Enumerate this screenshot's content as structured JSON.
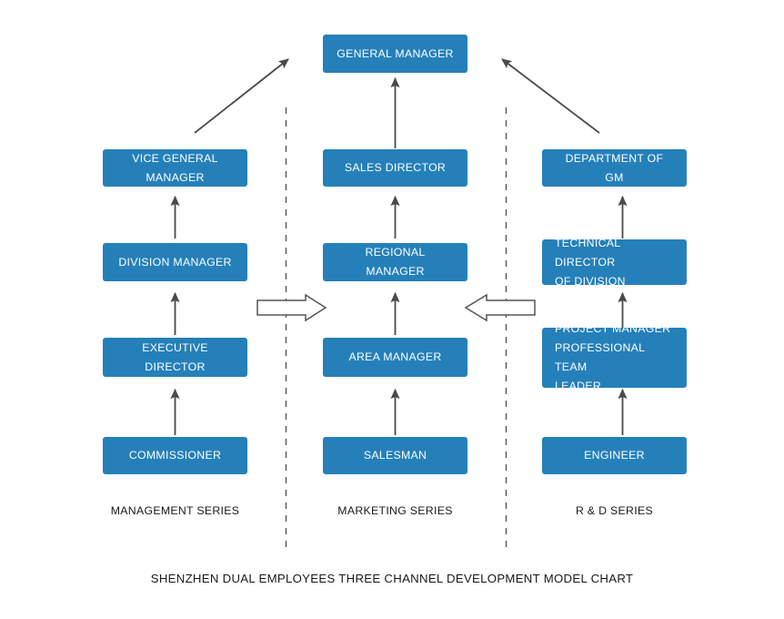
{
  "diagram": {
    "title": "SHENZHEN DUAL EMPLOYEES THREE CHANNEL DEVELOPMENT MODEL CHART",
    "box_color": "#2580ba",
    "box_text_color": "#ffffff",
    "arrow_color": "#4a4a4a",
    "divider_color": "#555555",
    "label_color": "#1a1a1a"
  },
  "top": {
    "general_manager": "GENERAL MANAGER"
  },
  "columns": [
    {
      "series_label": "MANAGEMENT SERIES",
      "nodes": [
        {
          "label": "VICE GENERAL MANAGER"
        },
        {
          "label": "DIVISION MANAGER"
        },
        {
          "label": "EXECUTIVE DIRECTOR"
        },
        {
          "label": "COMMISSIONER"
        }
      ]
    },
    {
      "series_label": "MARKETING SERIES",
      "nodes": [
        {
          "label": "SALES DIRECTOR"
        },
        {
          "label": "REGIONAL MANAGER"
        },
        {
          "label": "AREA MANAGER"
        },
        {
          "label": "SALESMAN"
        }
      ]
    },
    {
      "series_label": "R & D SERIES",
      "nodes": [
        {
          "label": "TECHNICAL DIRECTOR OF DIVISION",
          "lines": [
            "TECHNICAL DIRECTOR",
            "OF DIVISION"
          ]
        },
        {
          "label": "PROJECT MANAGER PROFESSIONAL TEAM LEADER",
          "lines": [
            "PROJECT MANAGER",
            "PROFESSIONAL TEAM",
            "LEADER"
          ]
        },
        {
          "label": "ENGINEER"
        }
      ]
    }
  ]
}
